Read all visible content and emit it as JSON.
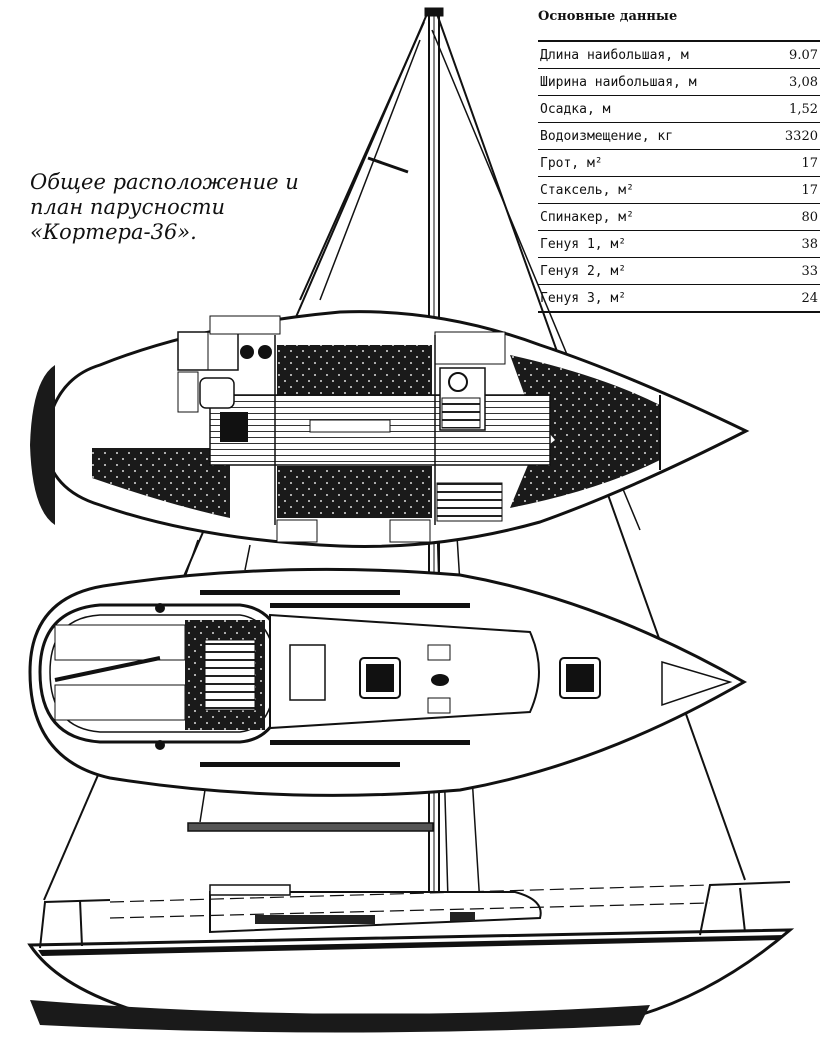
{
  "caption": {
    "line1": "Общее расположение и",
    "line2": "план парусности",
    "line3": "«Кортера-36»."
  },
  "specs": {
    "title": "Основные данные",
    "rows": [
      {
        "label": "Длина наибольшая, м",
        "value": "9.07"
      },
      {
        "label": "Ширина наибольшая, м",
        "value": "3,08"
      },
      {
        "label": "Осадка, м",
        "value": "1,52"
      },
      {
        "label": "Водоизмещение, кг",
        "value": "3320"
      },
      {
        "label": "Грот, м²",
        "value": "17"
      },
      {
        "label": "Стаксель, м²",
        "value": "17"
      },
      {
        "label": "Спинакер, м²",
        "value": "80"
      },
      {
        "label": "Генуя 1, м²",
        "value": "38"
      },
      {
        "label": "Генуя 2, м²",
        "value": "33"
      },
      {
        "label": "Генуя 3, м²",
        "value": "24"
      }
    ]
  },
  "colors": {
    "ink": "#111111",
    "paper": "#ffffff",
    "shade": "#1a1a1a"
  }
}
